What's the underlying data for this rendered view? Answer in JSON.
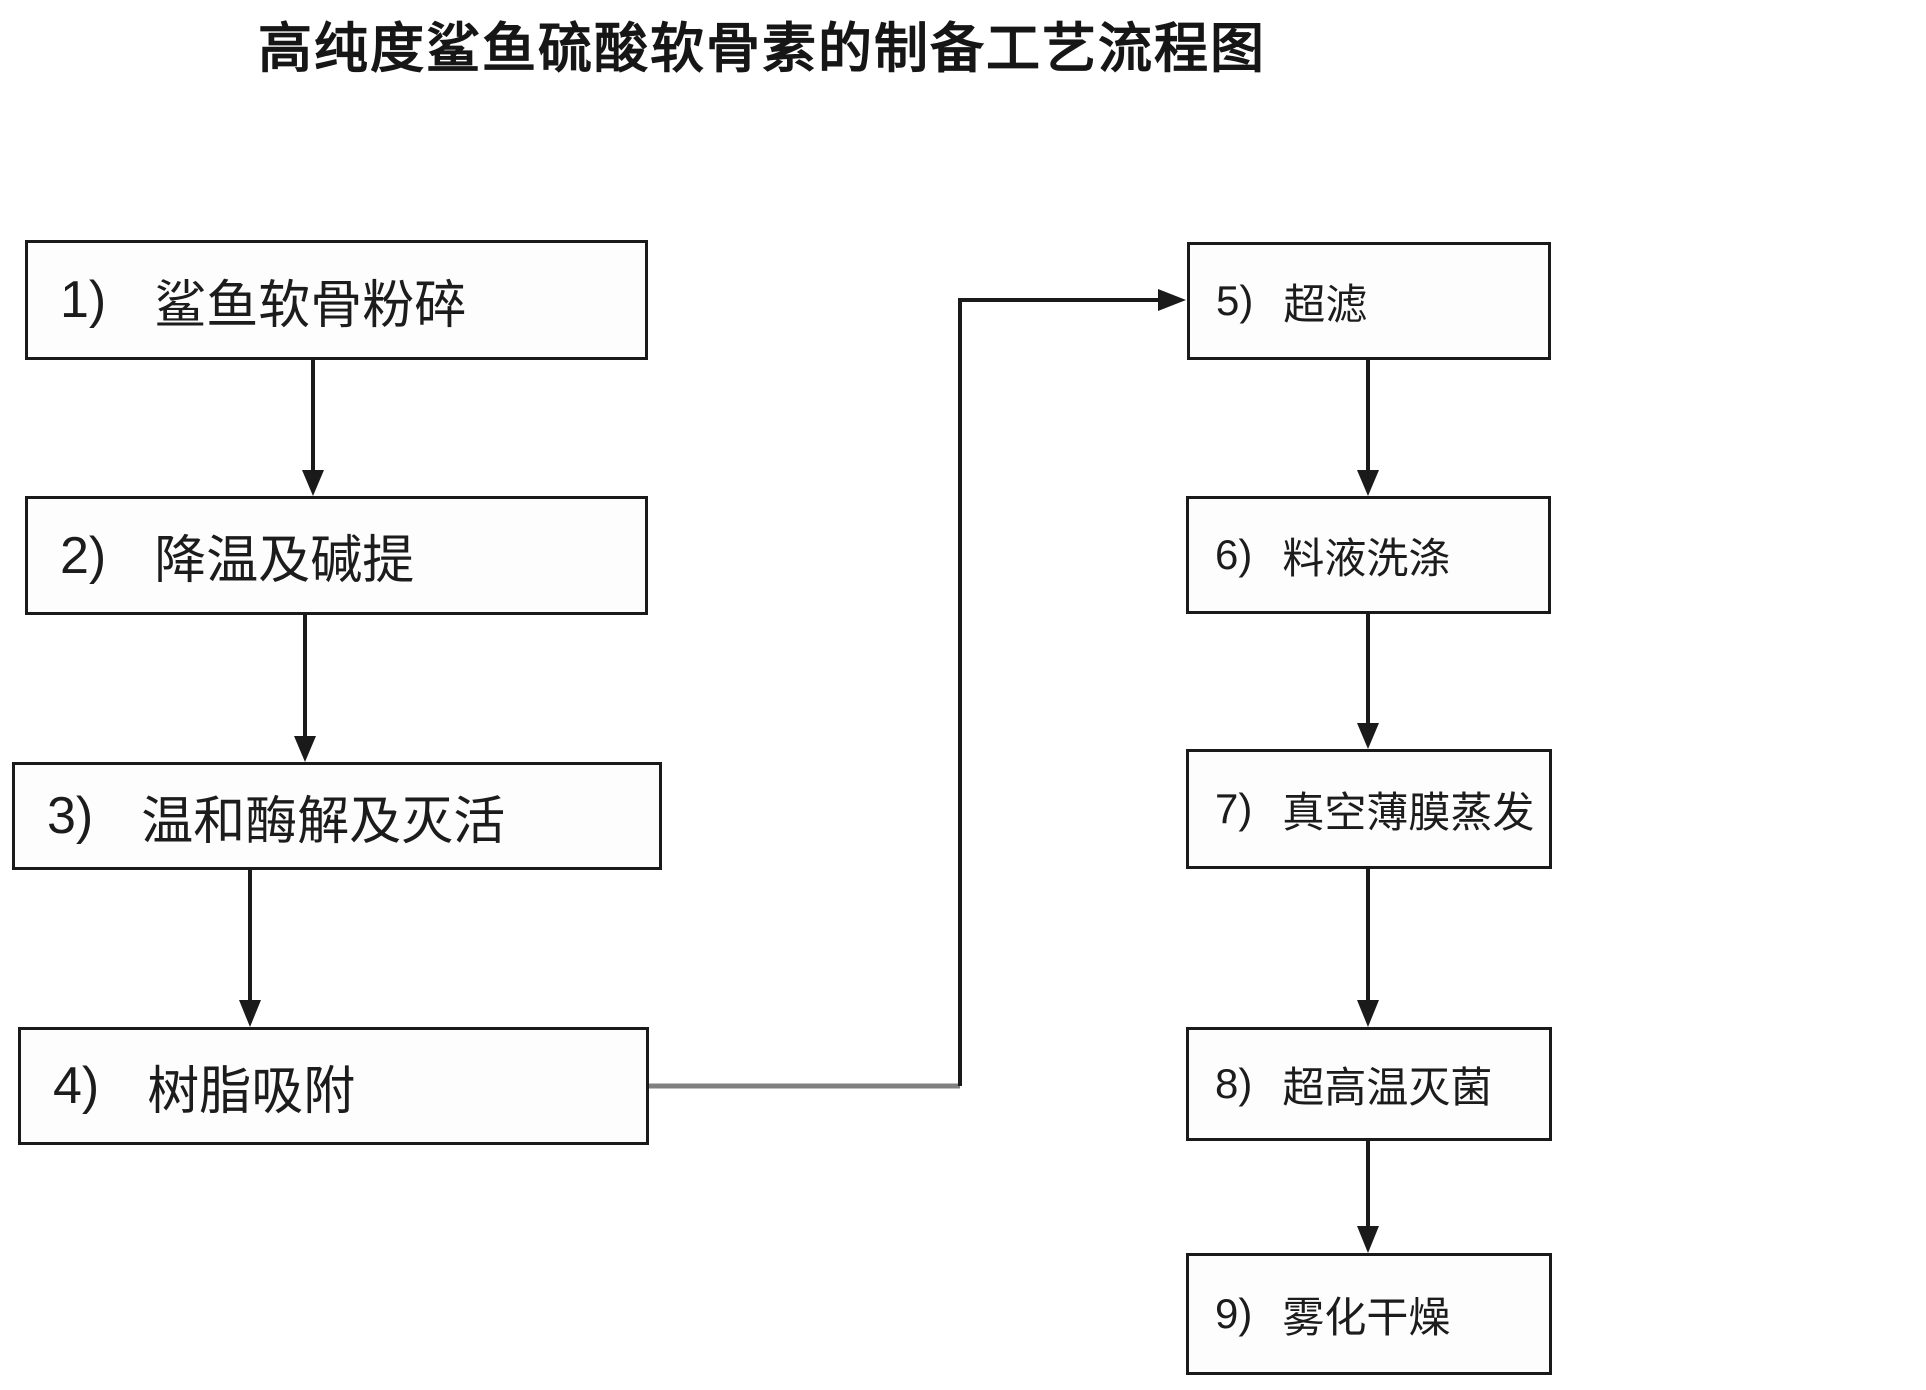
{
  "title": "高纯度鲨鱼硫酸软骨素的制备工艺流程图",
  "steps": {
    "left": [
      {
        "num": "1)",
        "label": "鲨鱼软骨粉碎"
      },
      {
        "num": "2)",
        "label": "降温及碱提"
      },
      {
        "num": "3)",
        "label": "温和酶解及灭活"
      },
      {
        "num": "4)",
        "label": "树脂吸附"
      }
    ],
    "right": [
      {
        "num": "5)",
        "label": "超滤"
      },
      {
        "num": "6)",
        "label": "料液洗涤"
      },
      {
        "num": "7)",
        "label": "真空薄膜蒸发"
      },
      {
        "num": "8)",
        "label": "超高温灭菌"
      },
      {
        "num": "9)",
        "label": "雾化干燥"
      }
    ]
  },
  "connections": [
    "1→2",
    "2→3",
    "3→4",
    "4→5",
    "5→6",
    "6→7",
    "7→8",
    "8→9"
  ],
  "colors": {
    "line": "#1a1a1a",
    "connector_gray": "#808080",
    "box_border": "#1a1a1a",
    "text": "#1c1c1c",
    "background": "#ffffff"
  }
}
